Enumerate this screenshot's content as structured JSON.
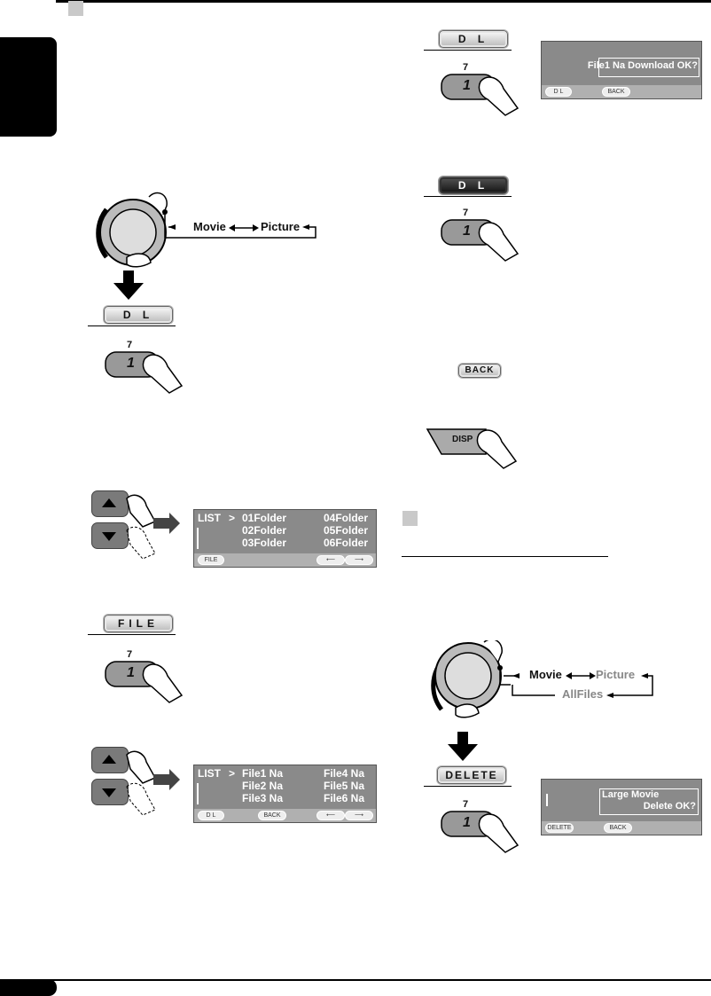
{
  "page": {
    "top_line_color": "#000000"
  },
  "buttons": {
    "dl": "D L",
    "file": "FILE",
    "back": "BACK",
    "delete": "DELETE",
    "disp": "DISP",
    "numkey_small": "7",
    "numkey_large": "1"
  },
  "flows": {
    "movie": "Movie",
    "picture": "Picture",
    "allfiles": "AllFiles"
  },
  "lcd_download": {
    "message": "File1 Na Download OK?",
    "btn_left": "D L",
    "btn_back": "BACK"
  },
  "lcd_folders": {
    "list": "LIST",
    "cursor": ">",
    "col1": [
      "01Folder",
      "02Folder",
      "03Folder"
    ],
    "col2": [
      "04Folder",
      "05Folder",
      "06Folder"
    ],
    "btn_left": "FILE"
  },
  "lcd_files": {
    "list": "LIST",
    "cursor": ">",
    "col1": [
      "File1 Na",
      "File2 Na",
      "File3 Na"
    ],
    "col2": [
      "File4 Na",
      "File5 Na",
      "File6 Na"
    ],
    "btn_left": "D L",
    "btn_back": "BACK"
  },
  "lcd_delete": {
    "line1": "Large Movie",
    "line2": "Delete OK?",
    "btn_left": "DELETE",
    "btn_back": "BACK"
  }
}
